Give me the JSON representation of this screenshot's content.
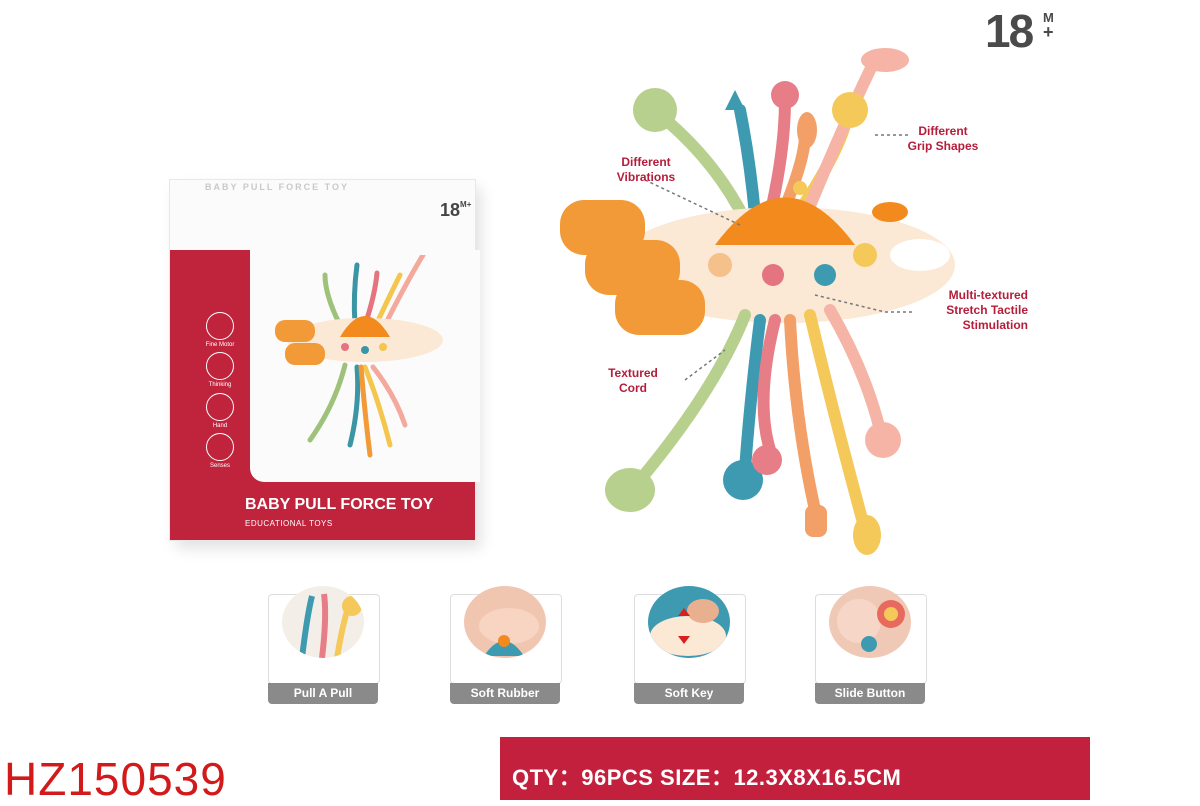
{
  "age_badge": {
    "number": "18",
    "unit": "M",
    "plus": "+"
  },
  "package": {
    "top_text": "BABY PULL FORCE TOY",
    "age": "18",
    "age_unit": "M+",
    "title": "BABY PULL FORCE TOY",
    "subtitle": "EDUCATIONAL TOYS",
    "skills": [
      "Fine Motor",
      "Thinking",
      "Hand",
      "Senses"
    ]
  },
  "callouts": {
    "vibrations": [
      "Different",
      "Vibrations"
    ],
    "grip": [
      "Different",
      "Grip Shapes"
    ],
    "stretch": [
      "Multi-textured",
      "Stretch Tactile",
      "Stimulation"
    ],
    "cord": [
      "Textured",
      "Cord"
    ]
  },
  "features": [
    "Pull A Pull",
    "Soft Rubber",
    "Soft Key",
    "Slide Button"
  ],
  "bottom_bar": {
    "text": "QTY：96PCS  SIZE：12.3X8X16.5CM"
  },
  "product_code": "HZ150539",
  "colors": {
    "brand_red": "#c3203d",
    "callout_red": "#b51d3a",
    "toy_orange": "#f28a1e",
    "toy_cream": "#fbe9d6",
    "code_red": "#d21a1a"
  }
}
